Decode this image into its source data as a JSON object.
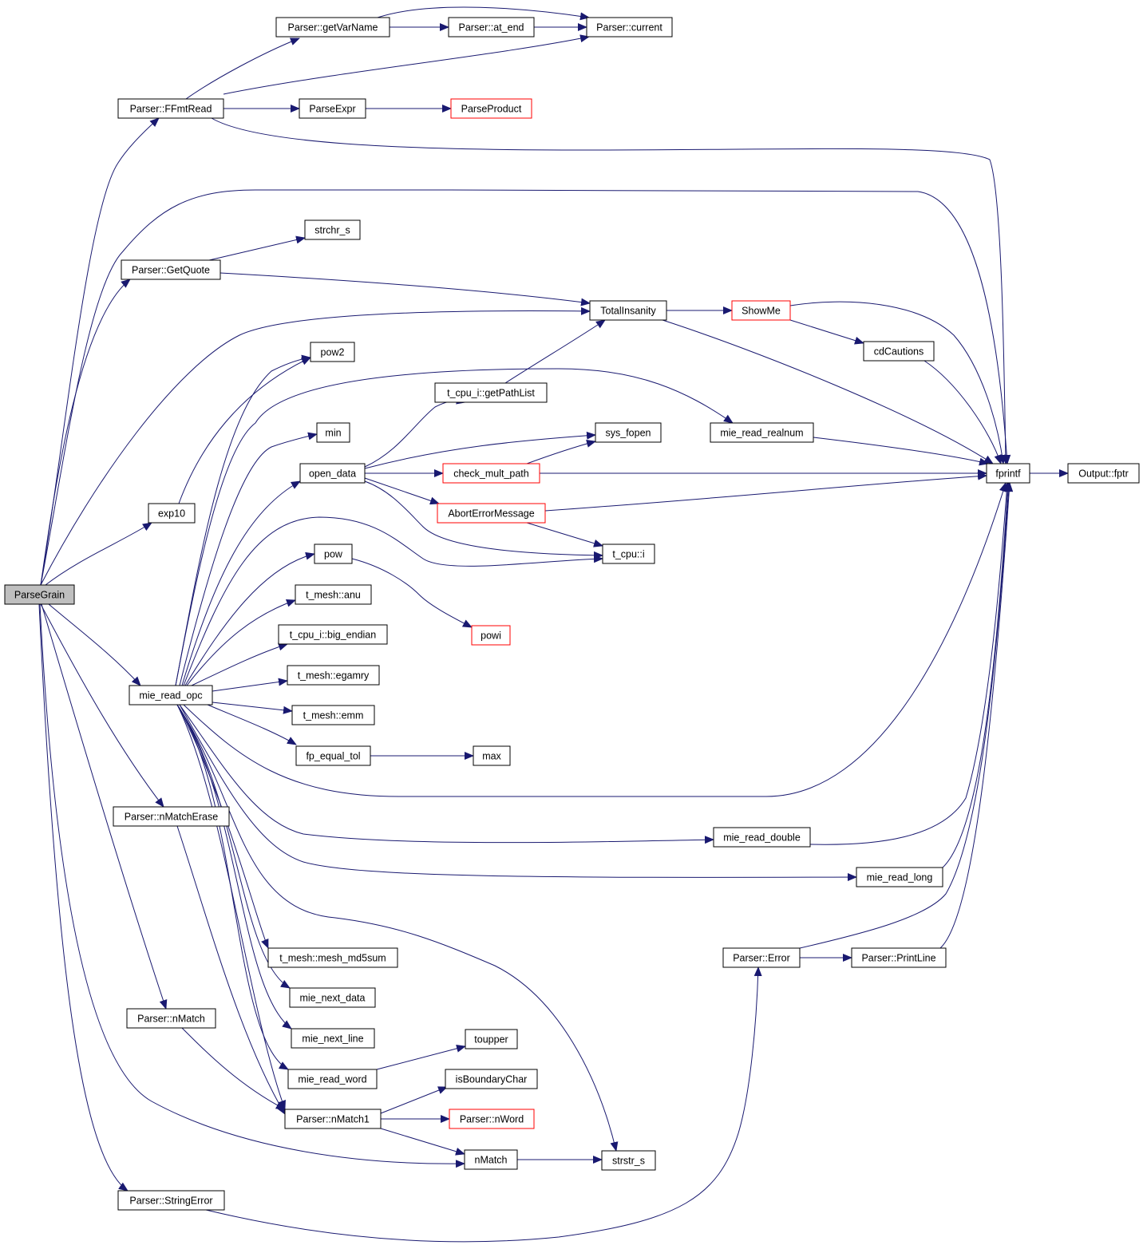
{
  "colors": {
    "edge": "#191970",
    "root_fill": "#bfbfbf",
    "truncated_border": "#ff0000",
    "node_border": "#000000"
  },
  "nodes": {
    "ParseGrain": "ParseGrain",
    "FFmtRead": "Parser::FFmtRead",
    "getVarName": "Parser::getVarName",
    "at_end": "Parser::at_end",
    "current": "Parser::current",
    "ParseExpr": "ParseExpr",
    "ParseProduct": "ParseProduct",
    "strchr_s": "strchr_s",
    "GetQuote": "Parser::GetQuote",
    "TotalInsanity": "TotalInsanity",
    "ShowMe": "ShowMe",
    "cdCautions": "cdCautions",
    "pow2": "pow2",
    "getPathList": "t_cpu_i::getPathList",
    "min": "min",
    "sys_fopen": "sys_fopen",
    "mie_read_realnum": "mie_read_realnum",
    "open_data": "open_data",
    "check_mult_path": "check_mult_path",
    "fprintf": "fprintf",
    "fptr": "Output::fptr",
    "exp10": "exp10",
    "AbortErrorMessage": "AbortErrorMessage",
    "t_cpu_i": "t_cpu::i",
    "pow": "pow",
    "anu": "t_mesh::anu",
    "big_endian": "t_cpu_i::big_endian",
    "powi": "powi",
    "egamry": "t_mesh::egamry",
    "mie_read_opc": "mie_read_opc",
    "emm": "t_mesh::emm",
    "fp_equal_tol": "fp_equal_tol",
    "max": "max",
    "nMatchErase": "Parser::nMatchErase",
    "mie_read_double": "mie_read_double",
    "mie_read_long": "mie_read_long",
    "mesh_md5sum": "t_mesh::mesh_md5sum",
    "Error": "Parser::Error",
    "PrintLine": "Parser::PrintLine",
    "mie_next_data": "mie_next_data",
    "nMatch": "Parser::nMatch",
    "mie_next_line": "mie_next_line",
    "toupper": "toupper",
    "mie_read_word": "mie_read_word",
    "isBoundaryChar": "isBoundaryChar",
    "nMatch1": "Parser::nMatch1",
    "nWord": "Parser::nWord",
    "nMatch_free": "nMatch",
    "strstr_s": "strstr_s",
    "StringError": "Parser::StringError"
  }
}
